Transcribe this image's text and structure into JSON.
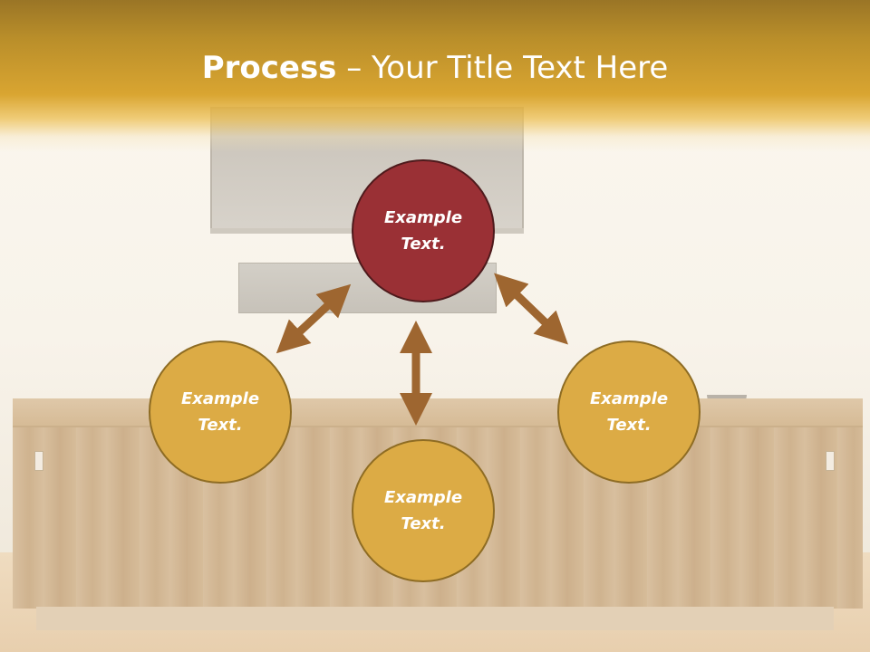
{
  "title": {
    "bold": "Process",
    "rest": " – Your Title Text Here"
  },
  "nodes": {
    "top": "Example\nText.",
    "left": "Example\nText.",
    "right": "Example\nText.",
    "bottom": "Example\nText."
  },
  "colors": {
    "header": "#D9A531",
    "accent_circle": "#9A3035",
    "circle": "#DCAB45",
    "arrow": "#9E6630"
  }
}
